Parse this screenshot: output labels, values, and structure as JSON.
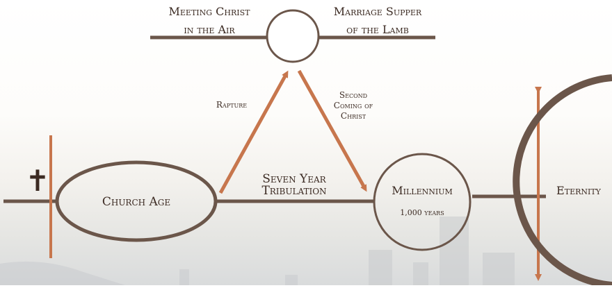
{
  "diagram": {
    "labels": {
      "meeting_line1": "Meeting Christ",
      "meeting_line2": "in the Air",
      "marriage_line1": "Marriage Supper",
      "marriage_line2": "of the Lamb",
      "rapture": "Rapture",
      "second_coming_line1": "Second",
      "second_coming_line2": "Coming of",
      "second_coming_line3": "Christ",
      "church_age": "Church Age",
      "tribulation_line1": "Seven Year",
      "tribulation_line2": "Tribulation",
      "millennium": "Millennium",
      "millennium_years": "1,000 years",
      "eternity": "Eternity",
      "cross_symbol": "✝"
    },
    "colors": {
      "line": "#6b564a",
      "accent": "#c7764d",
      "text": "#3b2a22"
    }
  }
}
